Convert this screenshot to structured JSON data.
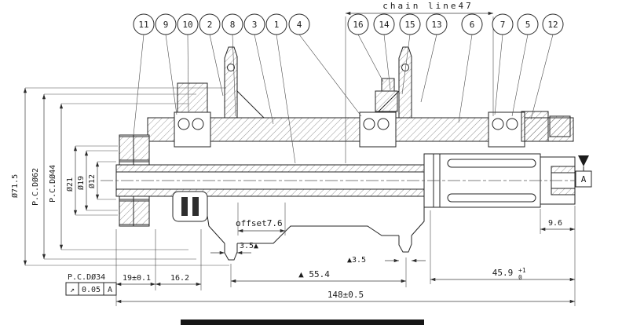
{
  "chain_line": "chain line47",
  "balloons": [
    "11",
    "9",
    "10",
    "2",
    "8",
    "3",
    "1",
    "4",
    "16",
    "14",
    "15",
    "13",
    "6",
    "7",
    "5",
    "12"
  ],
  "left_dims": [
    "Ø71.5",
    "P.C.DØ62",
    "P.C.DØ44",
    "Ø21",
    "Ø19",
    "Ø12"
  ],
  "bottom_dims": {
    "pcd34": "P.C.DØ34",
    "fcf_symbol": "↗",
    "fcf_tolerance": "0.05",
    "fcf_datum": "A",
    "d19": "19±0.1",
    "d16_2": "16.2",
    "flange_left_thickness": "3.5▲",
    "offset": "offset7.6",
    "flange_right_thickness": "▲3.5",
    "d55_4": "▲ 55.4",
    "d45_9": "45.9",
    "d45_9_upper": "+1",
    "d45_9_lower": "0",
    "d9_6": "9.6",
    "d148": "148±0.5"
  },
  "datum": {
    "label": "A"
  },
  "colors": {
    "line": "#242424",
    "background": "#ffffff"
  }
}
